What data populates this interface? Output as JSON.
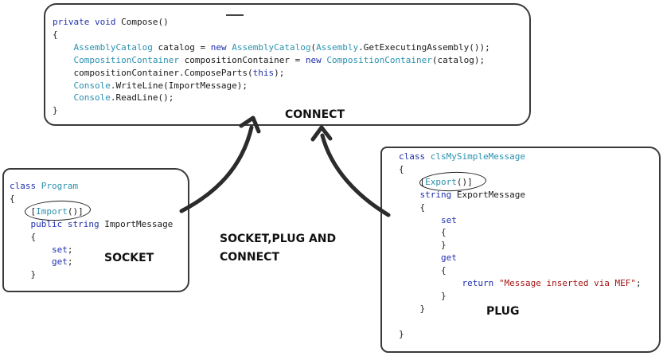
{
  "compose_box": {
    "lines": [
      "private void Compose()",
      "{",
      "AssemblyCatalog catalog = new AssemblyCatalog(Assembly.GetExecutingAssembly());",
      "CompositionContainer compositionContainer = new CompositionContainer(catalog);",
      "compositionContainer.ComposeParts(this);",
      "Console.WriteLine(ImportMessage);",
      "Console.ReadLine();",
      "}"
    ],
    "tokens": {
      "l1_kw": "private void",
      "l1_rest": " Compose()",
      "l3_t1": "AssemblyCatalog",
      "l3_a": " catalog = ",
      "l3_kw": "new",
      "l3_b": " ",
      "l3_t2": "AssemblyCatalog",
      "l3_c": "(",
      "l3_t3": "Assembly",
      "l3_d": ".GetExecutingAssembly());",
      "l4_t1": "CompositionContainer",
      "l4_a": " compositionContainer = ",
      "l4_kw": "new",
      "l4_b": " ",
      "l4_t2": "CompositionContainer",
      "l4_c": "(catalog);",
      "l5_a": "compositionContainer.ComposeParts(",
      "l5_kw": "this",
      "l5_b": ");",
      "l6_t": "Console",
      "l6_a": ".WriteLine(ImportMessage);",
      "l7_t": "Console",
      "l7_a": ".ReadLine();"
    }
  },
  "program_box": {
    "tokens": {
      "l1_kw": "class",
      "l1_sp": " ",
      "l1_t": "Program",
      "l2": "{",
      "l3_a": "[",
      "l3_t": "Import",
      "l3_b": "()]",
      "l4_kw": "public string",
      "l4_a": " ImportMessage",
      "l5": "{",
      "l6_kw": "set",
      "l6_a": ";",
      "l7_kw": "get",
      "l7_a": ";",
      "l8": "}"
    }
  },
  "message_box": {
    "tokens": {
      "l1_kw": "class",
      "l1_sp": " ",
      "l1_t": "clsMySimpleMessage",
      "l2": "{",
      "l3_a": "[",
      "l3_t": "Export",
      "l3_b": "()]",
      "l4_kw": "string",
      "l4_a": " ExportMessage",
      "l5": "{",
      "l6_kw": "set",
      "l7": "{",
      "l8": "}",
      "l9_kw": "get",
      "l10": "{",
      "l11_kw": "return",
      "l11_sp": " ",
      "l11_st": "\"Message inserted via MEF\"",
      "l11_a": ";",
      "l12": "}",
      "l13": "}",
      "l14": "}"
    }
  },
  "labels": {
    "connect": "CONNECT",
    "socket": "SOCKET",
    "plug": "PLUG",
    "title_line1": "SOCKET,PLUG AND",
    "title_line2": "CONNECT"
  },
  "colors": {
    "keyword": "#1f2fb0",
    "type": "#2b91af",
    "string": "#a31515",
    "border": "#3a3a3a",
    "arrow": "#2b2b2b"
  }
}
